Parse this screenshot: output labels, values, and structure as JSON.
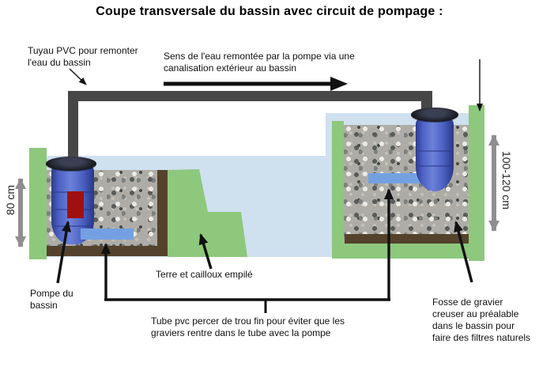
{
  "title": "Coupe transversale du bassin avec circuit de pompage :",
  "labels": {
    "pvc_pipe": "Tuyau PVC pour remonter l'eau du bassin",
    "flow_direction": "Sens de l'eau remontée par la pompe via une canalisation extérieur au bassin",
    "depth_left": "80 cm",
    "depth_right": "100-120 cm",
    "pump": "Pompe du bassin",
    "soil": "Terre et cailloux empilé",
    "perforated_tube": "Tube pvc percer de trou fin pour éviter que les graviers rentre dans le tube avec la pompe",
    "gravel_pit": "Fosse de gravier creuser au préalable dans le bassin pour faire des filtres naturels"
  },
  "colors": {
    "water": "#cfe0ef",
    "ground": "#8dc87c",
    "pipe": "#474747",
    "barrel": "#4a5fc1",
    "lid": "#17181d",
    "pump_red": "#a01010",
    "tube_blue": "#74a0e2",
    "soil_brown": "#54422c",
    "gravel": "#aeaca6",
    "measure_gray": "#8f8f8f"
  }
}
